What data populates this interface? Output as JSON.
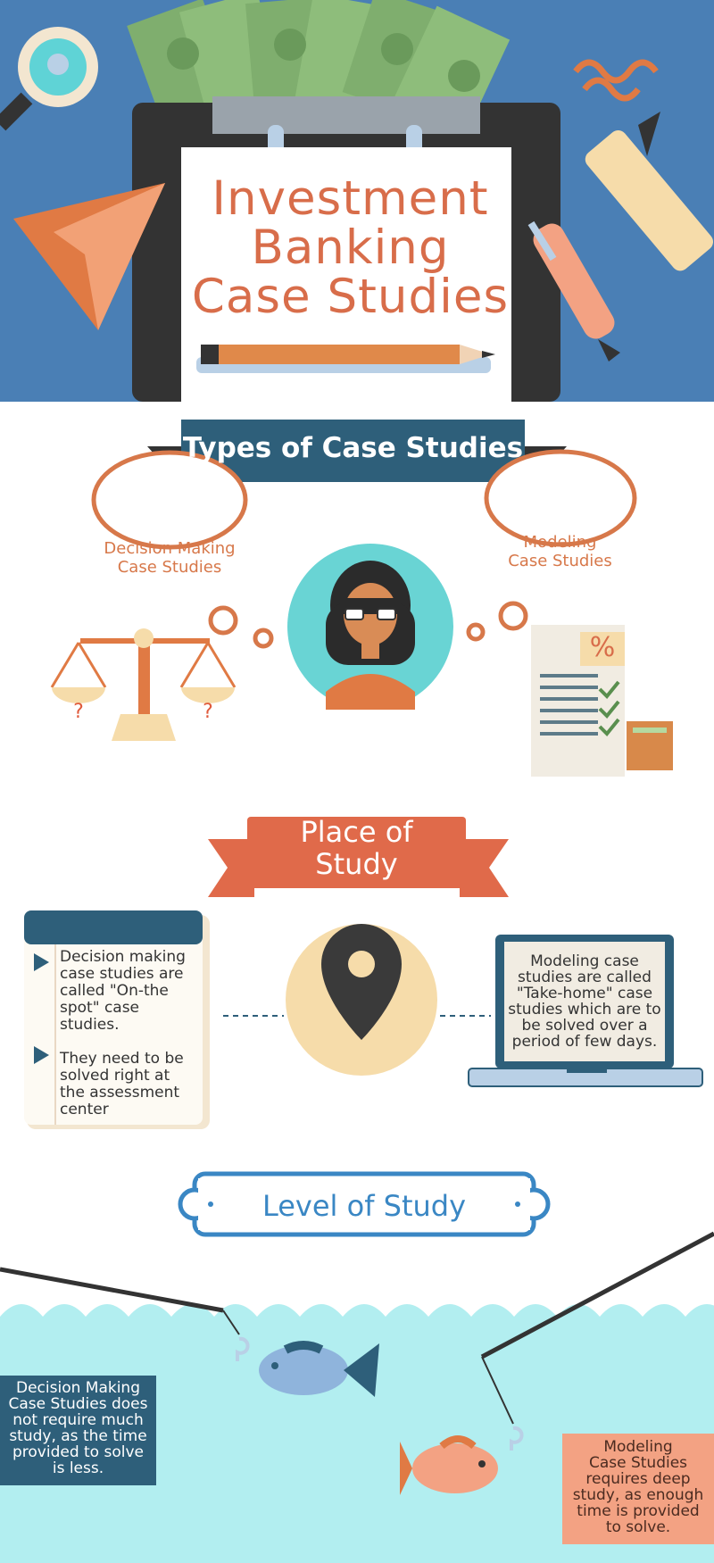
{
  "hero": {
    "title_lines": [
      "Investment",
      "Banking",
      "Case Studies"
    ],
    "colors": {
      "background": "#4a7fb5",
      "title": "#d86d4a",
      "clipboard": "#333333"
    }
  },
  "types": {
    "banner": "Types of Case Studies",
    "left_thought": [
      "Decision Making",
      "Case Studies"
    ],
    "right_thought": [
      "Modeling",
      "Case Studies"
    ],
    "percent_symbol": "%",
    "question_mark": "?"
  },
  "place": {
    "banner_lines": [
      "Place of",
      "Study"
    ],
    "note_items": [
      {
        "lines": [
          "Decision making",
          "case studies are",
          "called \"On-the",
          "spot\" case",
          "studies."
        ]
      },
      {
        "lines": [
          "They need to be",
          "solved right at",
          "the assessment",
          "center"
        ]
      }
    ],
    "laptop_lines": [
      "Modeling case",
      "studies are called",
      "\"Take-home\" case",
      "studies which are to",
      "be solved over a",
      "period of few days."
    ]
  },
  "level": {
    "title": "Level of Study",
    "left_box": [
      "Decision Making",
      "Case Studies does",
      "not require much",
      "study, as the time",
      "provided to solve",
      "is less."
    ],
    "right_box": [
      "Modeling",
      "Case Studies",
      "requires deep",
      "study, as enough",
      "time is  provided",
      "to solve."
    ]
  }
}
